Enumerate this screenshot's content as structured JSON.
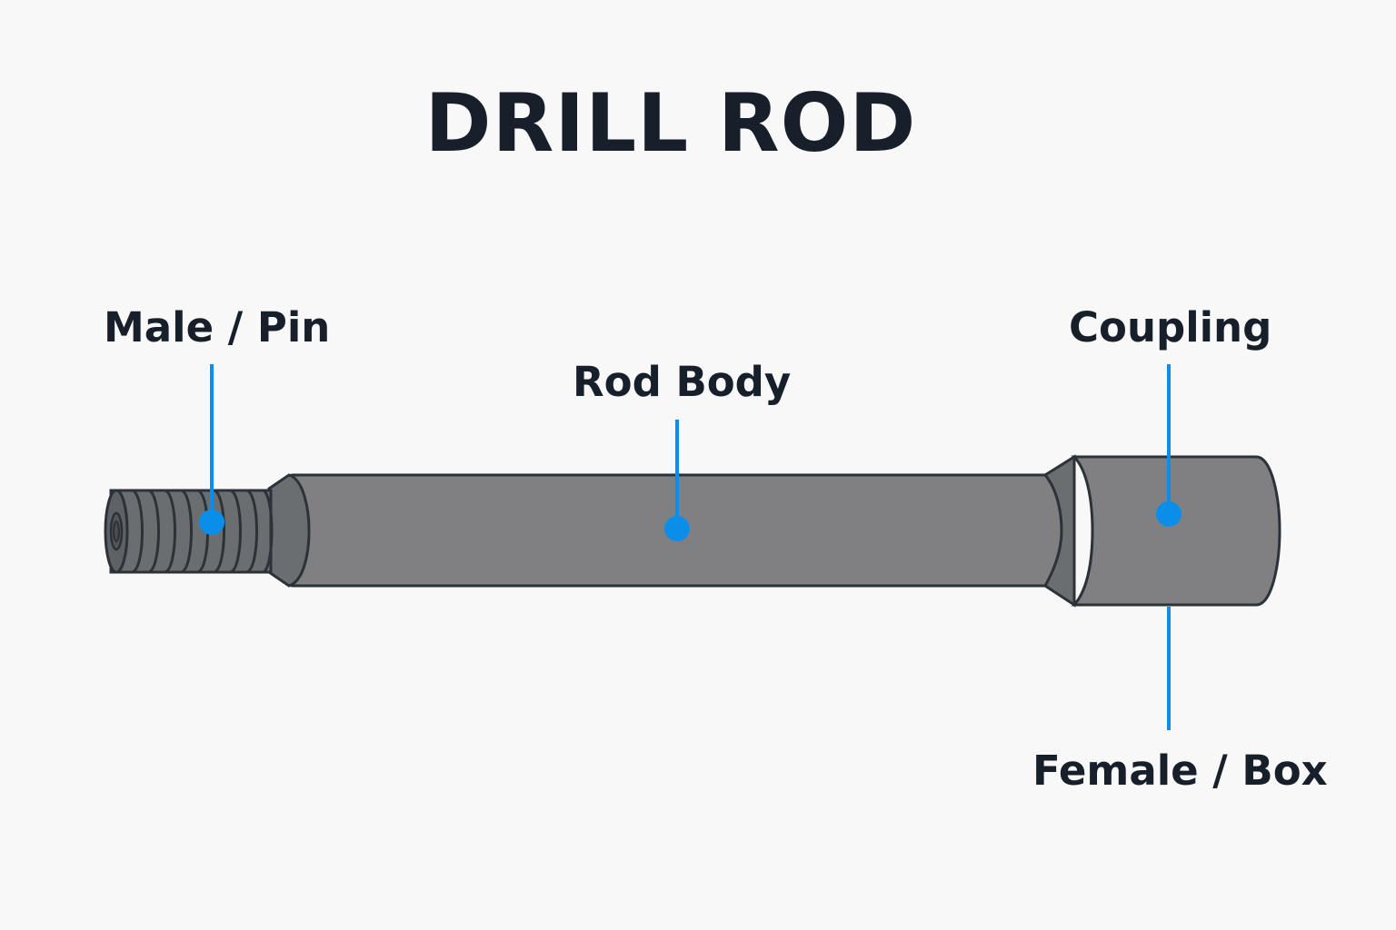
{
  "title": "DRILL ROD",
  "labels": {
    "male_pin": "Male / Pin",
    "rod_body": "Rod Body",
    "coupling": "Coupling",
    "female_box": "Female / Box"
  },
  "colors": {
    "background": "#f8f8f8",
    "text": "#17202a",
    "accent": "#0a8eea",
    "rod_fill": "#808083",
    "rod_shade": "#6b6e70",
    "outline": "#2c3238"
  }
}
